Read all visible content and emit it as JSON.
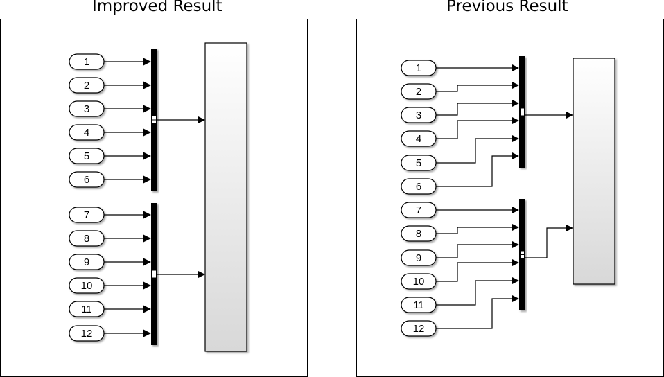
{
  "titles": {
    "left": "Improved Result",
    "right": "Previous Result"
  },
  "left_panel": {
    "ports_group1": [
      "1",
      "2",
      "3",
      "4",
      "5",
      "6"
    ],
    "ports_group2": [
      "7",
      "8",
      "9",
      "10",
      "11",
      "12"
    ]
  },
  "right_panel": {
    "ports_group1": [
      "1",
      "2",
      "3",
      "4",
      "5",
      "6"
    ],
    "ports_group2": [
      "7",
      "8",
      "9",
      "10",
      "11",
      "12"
    ]
  }
}
